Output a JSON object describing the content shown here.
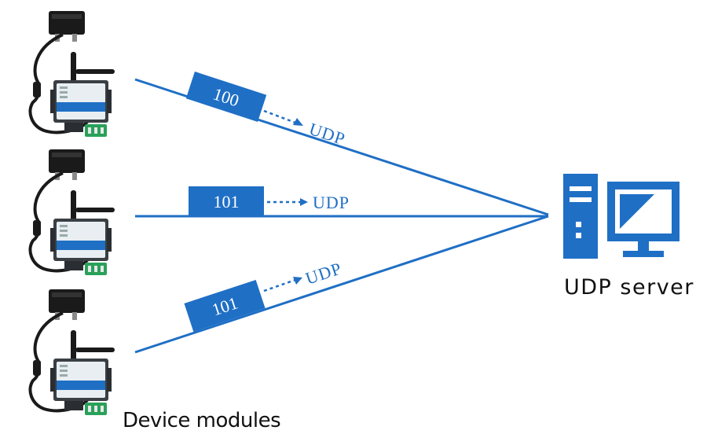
{
  "colors": {
    "accent": "#1f6fc5"
  },
  "links": [
    {
      "packet": "100",
      "protocol": "UDP"
    },
    {
      "packet": "101",
      "protocol": "UDP"
    },
    {
      "packet": "101",
      "protocol": "UDP"
    }
  ],
  "server": {
    "label": "UDP server",
    "icon": "server-computer-icon"
  },
  "devices": {
    "label": "Device modules",
    "icon": "device-module-icon"
  }
}
